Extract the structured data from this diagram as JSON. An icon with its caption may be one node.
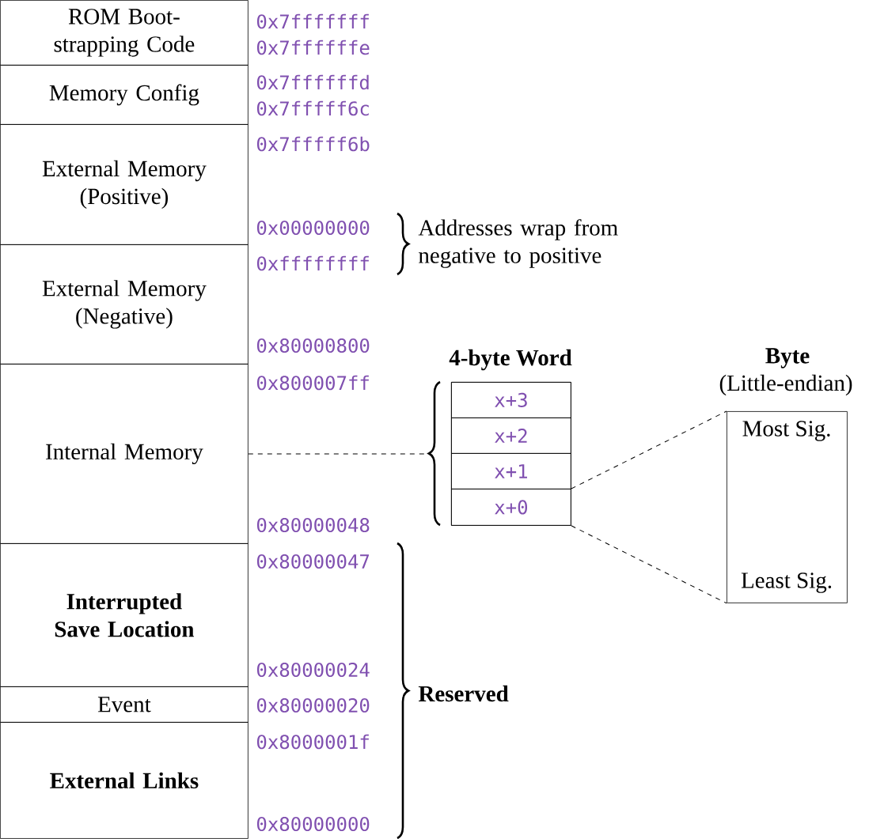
{
  "diagram": {
    "nodes": [
      {
        "text": [
          "ROM Boot-strapping Code"
        ]
      },
      {
        "text": [
          "Memory Config"
        ]
      },
      {
        "text": [
          "External Memory (Positive)"
        ]
      },
      {
        "text": [
          "External Memory (Negative)"
        ]
      },
      {
        "text": [
          "Internal Memory"
        ]
      },
      {
        "text": [
          "Interrupted Save Location"
        ]
      },
      {
        "text": [
          "Event"
        ]
      },
      {
        "text": [
          "External Links"
        ]
      },
      {
        "text": [
          "4-byte Word"
        ]
      },
      {
        "text": [
          "x+3"
        ],
        "in": 8
      },
      {
        "text": [
          "x+2"
        ],
        "in": 8
      },
      {
        "text": [
          "x+1"
        ],
        "in": 8
      },
      {
        "text": [
          "x+0"
        ],
        "in": 8
      },
      {
        "text": [
          "Byte",
          "(Little-endian)",
          "Most Sig.",
          "Least Sig."
        ]
      }
    ],
    "edges": [
      {
        "from": 4,
        "to": 8,
        "arrow": "none",
        "style": "dashed"
      },
      {
        "from": 12,
        "to": 13,
        "arrow": "none",
        "style": "dashed"
      },
      {
        "from": 12,
        "to": 13,
        "arrow": "none",
        "style": "dashed"
      }
    ],
    "labels": [
      "0x7fffffff",
      "0x7ffffffe",
      "0x7ffffffd",
      "0x7fffff6c",
      "0x7fffff6b",
      "0x00000000",
      "Addresses wrap from negative to positive",
      "0xffffffff",
      "0x80000800",
      "0x800007ff",
      "0x80000048",
      "0x80000047",
      "0x80000024",
      "Reserved",
      "0x80000020",
      "0x8000001f",
      "0x80000000"
    ]
  }
}
